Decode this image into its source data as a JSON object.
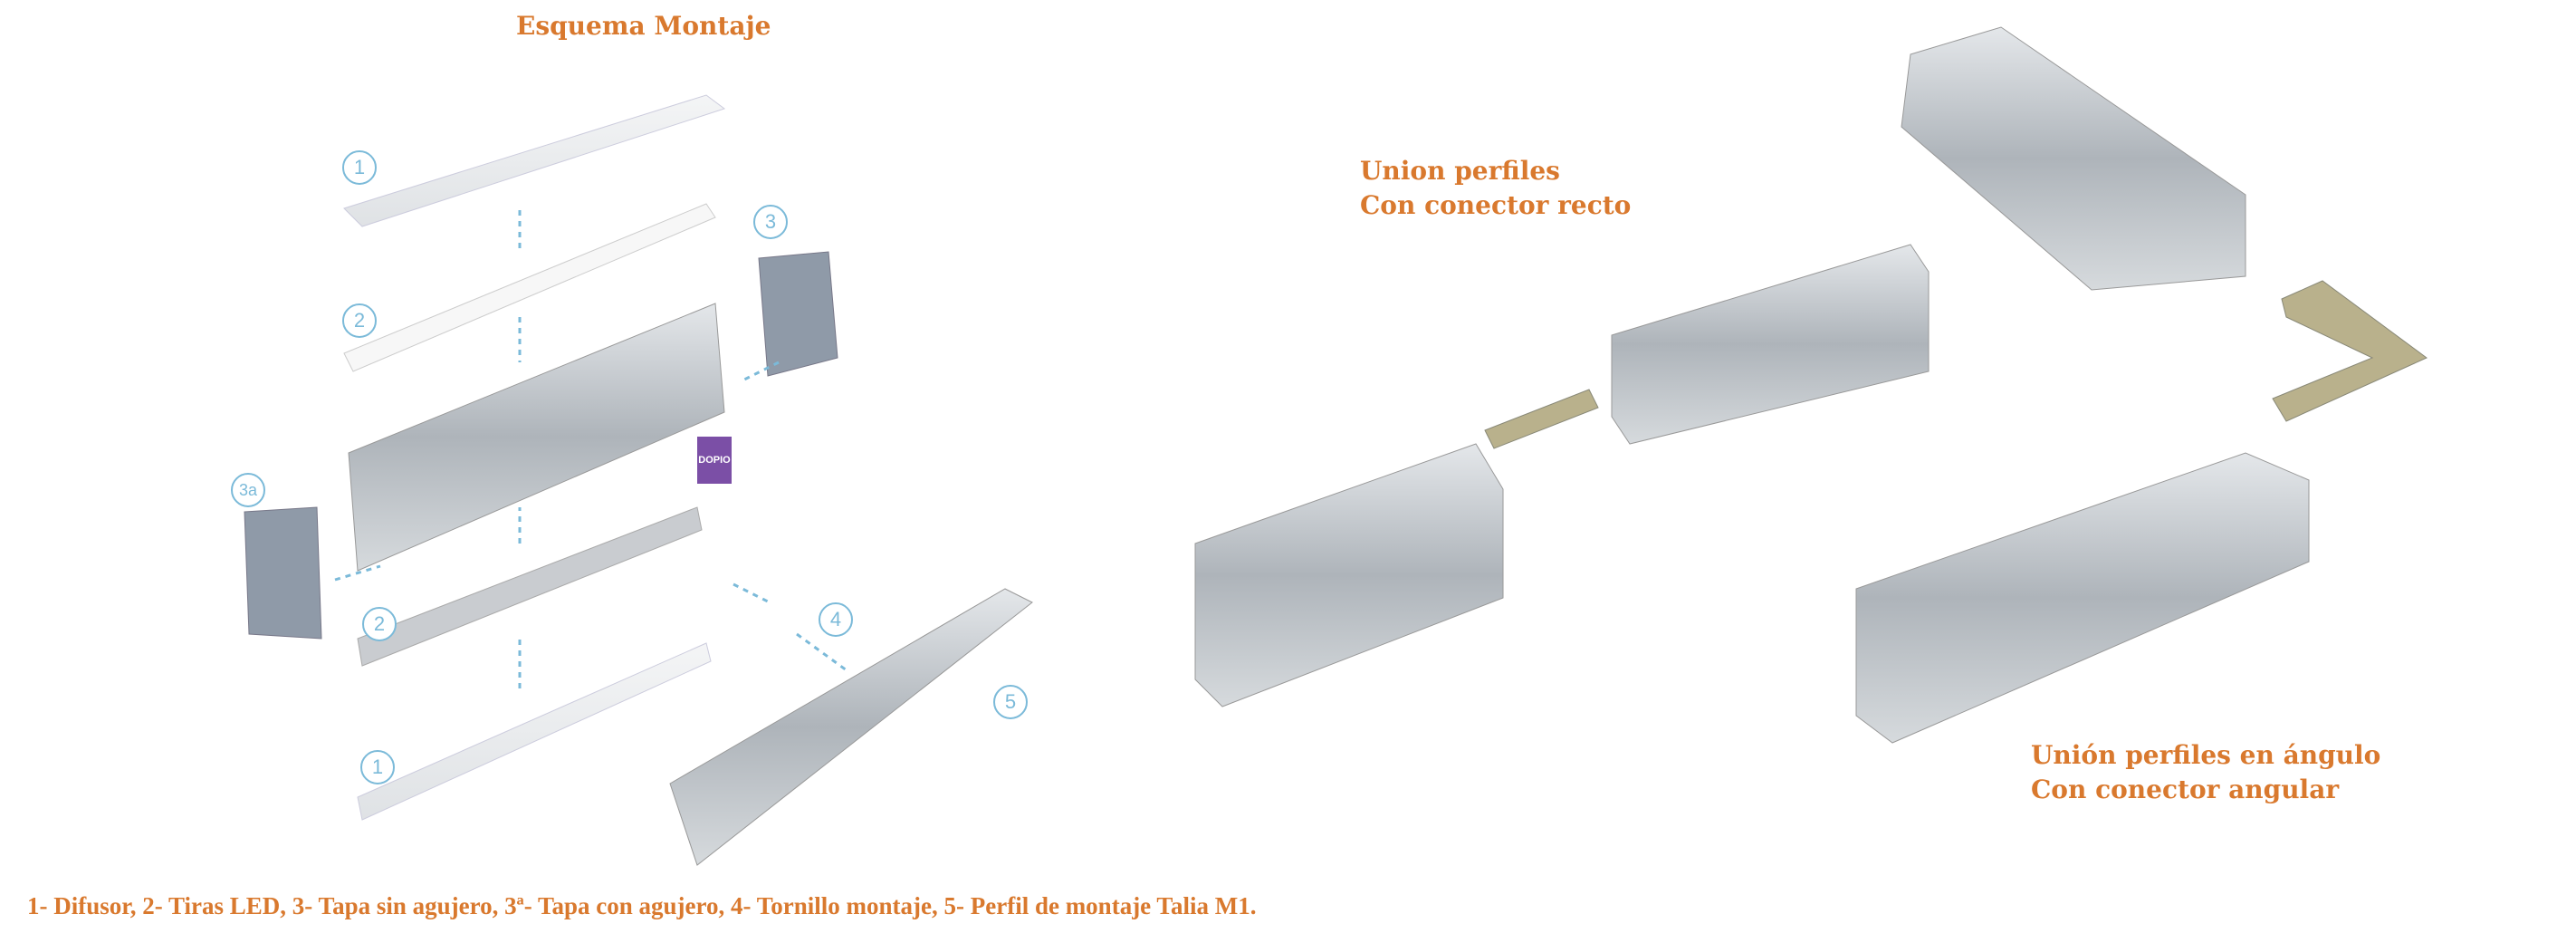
{
  "title": "Esquema Montaje",
  "labels": {
    "straight_line1": "Union perfiles",
    "straight_line2": "Con conector recto",
    "angle_line1": "Unión perfiles en ángulo",
    "angle_line2": "Con conector angular"
  },
  "callouts": [
    "1",
    "2",
    "3",
    "3a",
    "2",
    "4",
    "5",
    "1"
  ],
  "logo": "DOPIO",
  "caption": "1- Difusor, 2- Tiras LED, 3- Tapa sin agujero, 3ª- Tapa con agujero, 4- Tornillo montaje, 5- Perfil de montaje Talia M1.",
  "colors": {
    "accent": "#d9792e",
    "callout": "#7bbad9",
    "logo": "#7b4fa6"
  }
}
